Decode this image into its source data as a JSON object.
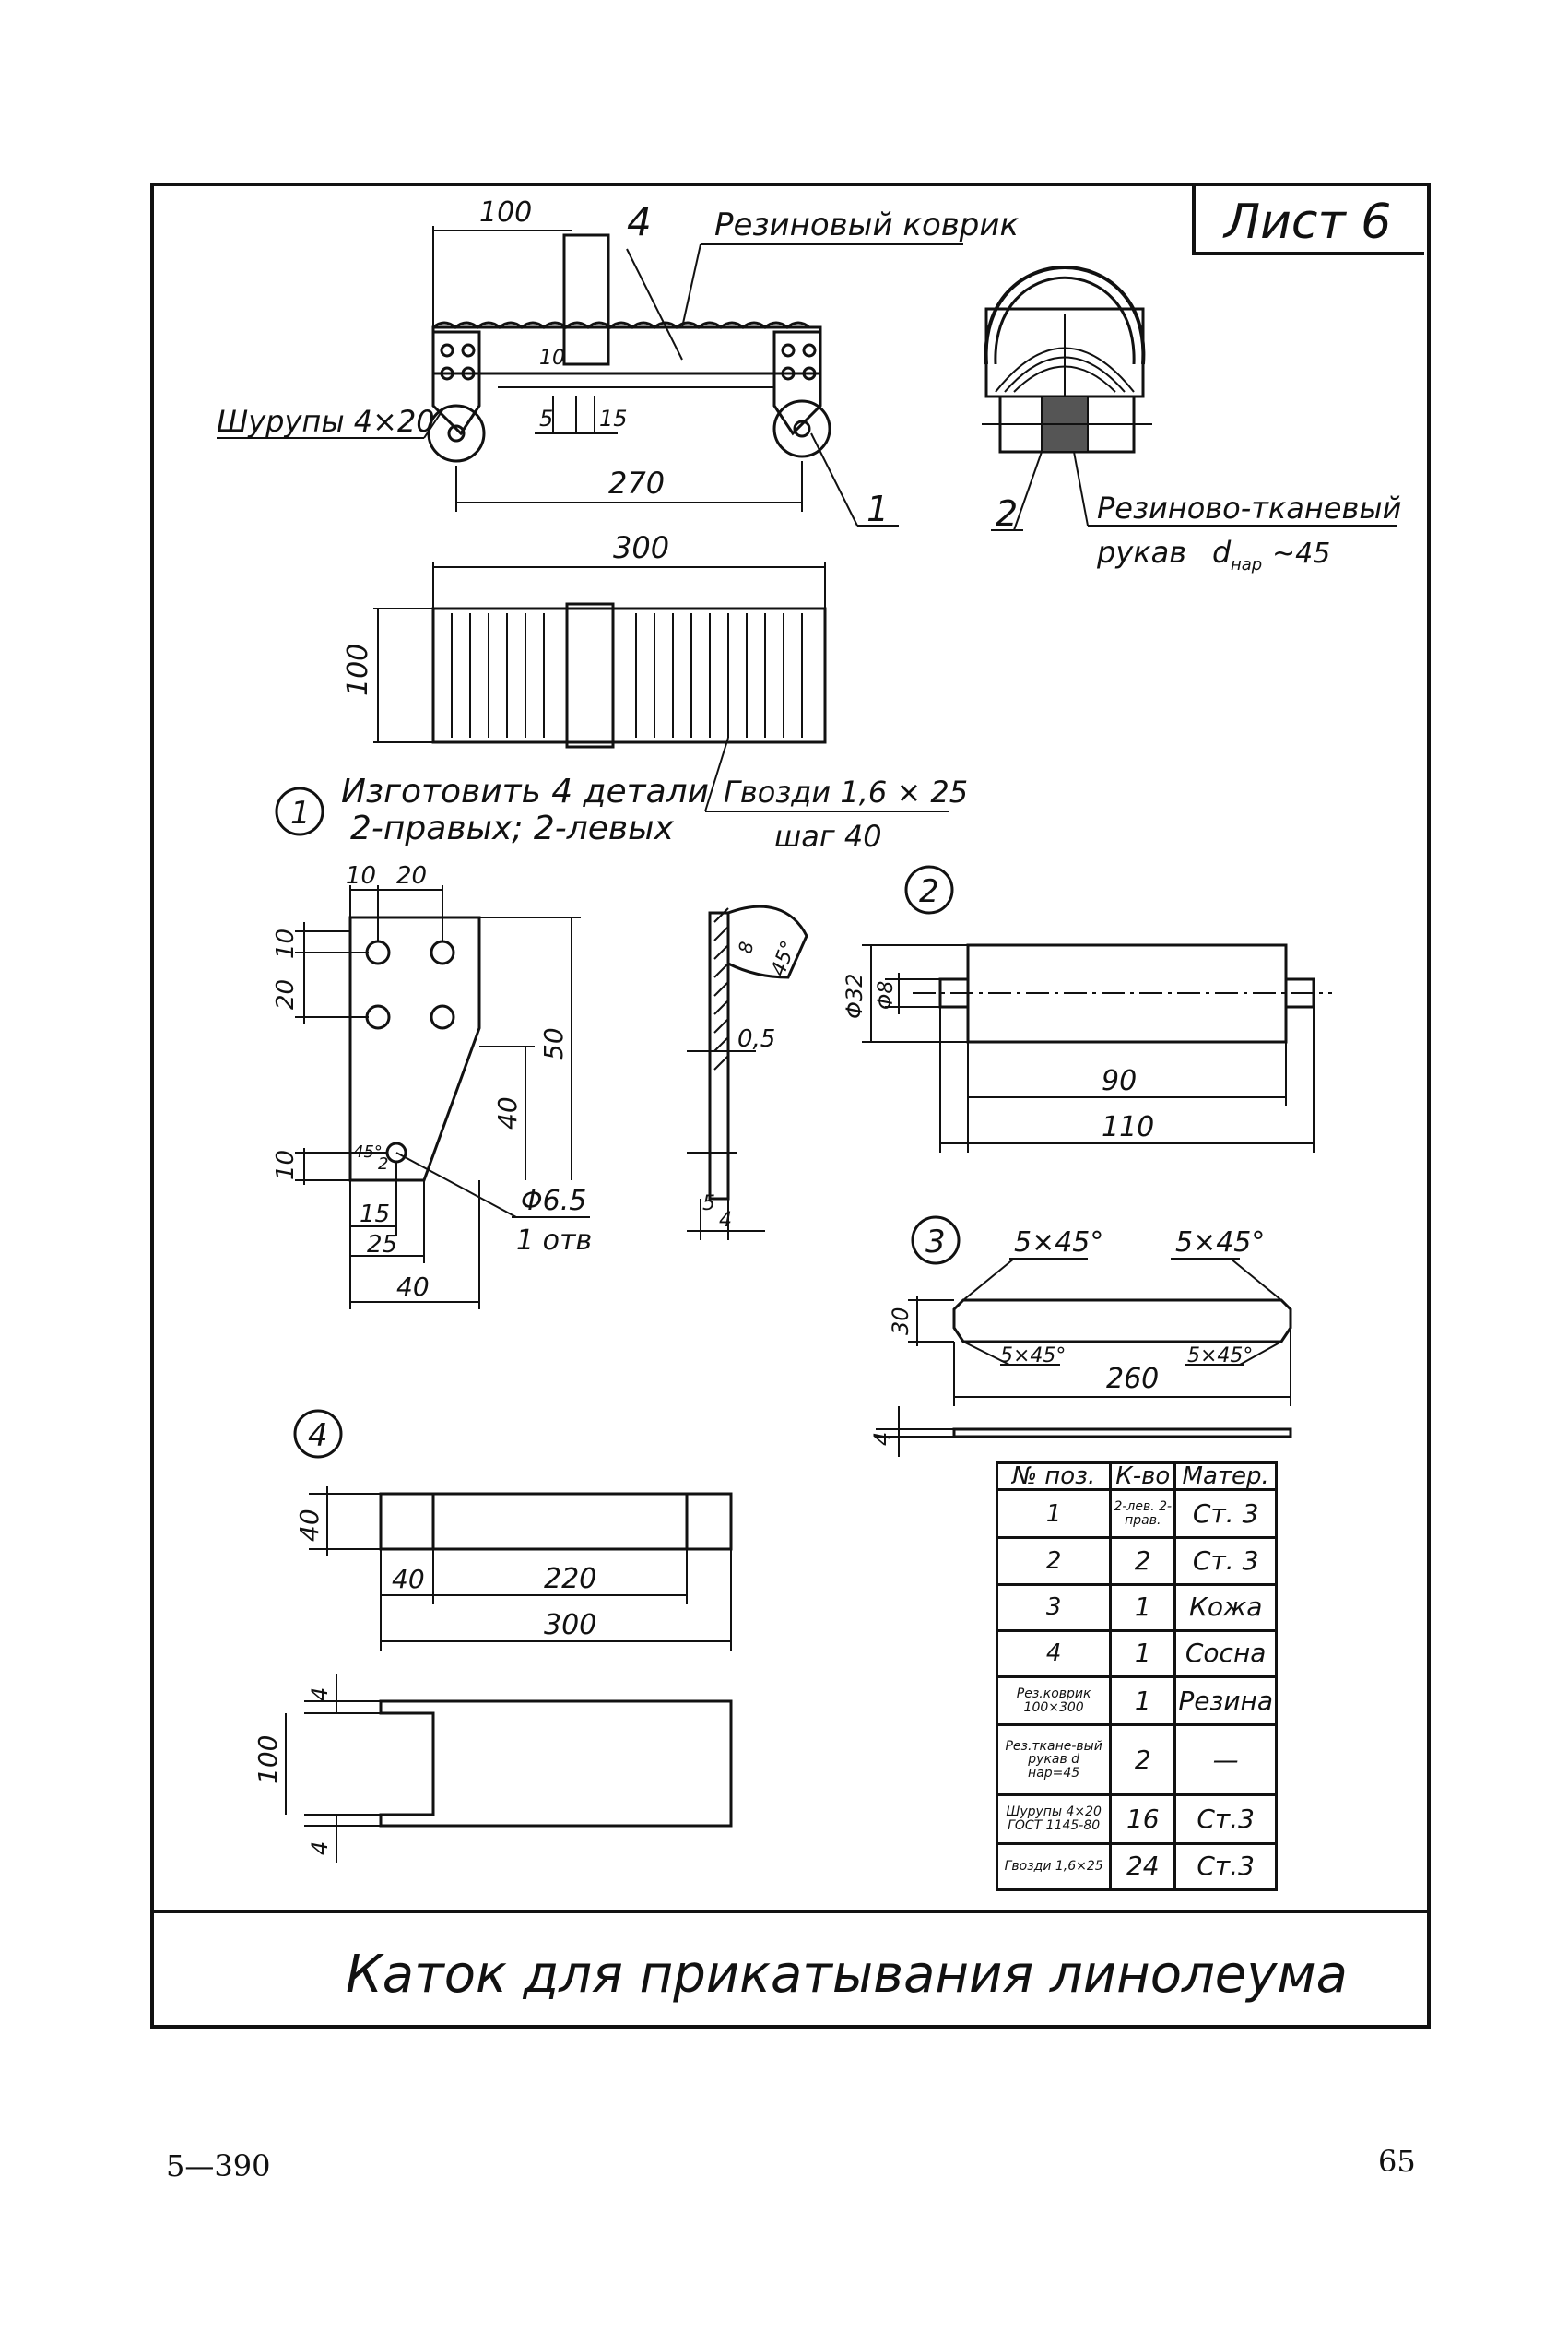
{
  "sheet_label": "Лист 6",
  "title": "Каток для прикатывания линолеума",
  "footer_code": "5—390",
  "page_number": "65",
  "labels": {
    "rubber_mat": "Резиновый коврик",
    "screws": "Шурупы 4×20",
    "hose_line1": "Резиново-тканевый",
    "hose_line2": "рукав",
    "hose_d": "d",
    "hose_dsub": "нар",
    "hose_val": "~45",
    "make_line1": "Изготовить 4 детали",
    "make_line2": "2-правых; 2-левых",
    "nails_line1": "Гвозди 1,6 × 25",
    "nails_line2": "шаг 40",
    "hole_dia": "Φ6.5",
    "hole_count": "1 отв",
    "chamfer_a": "5×45°",
    "chamfer_b": "5×45°",
    "chamfer_c": "5×45°",
    "chamfer_d": "5×45°",
    "pos1": "1",
    "pos2": "2",
    "pos3": "3",
    "pos4": "4",
    "pos4_top": "4",
    "d32": "Φ32",
    "d8": "Φ8",
    "angle45": "45°",
    "r2": "2",
    "circ1": "1",
    "circ2": "2",
    "circ3": "3",
    "circ4": "4"
  },
  "dims": {
    "d100_top": "100",
    "d10": "10",
    "d5": "5",
    "d15": "15",
    "d270": "270",
    "d300": "300",
    "d100_side": "100",
    "p1_10": "10",
    "p1_20": "20",
    "p1_v10": "10",
    "p1_v20": "20",
    "p1_50": "50",
    "p1_40": "40",
    "p1_v10b": "10",
    "p1_15": "15",
    "p1_25": "25",
    "p1_40b": "40",
    "p1_8": "8",
    "p1_05": "0,5",
    "p1_5": "5",
    "p1_4": "4",
    "p2_90": "90",
    "p2_110": "110",
    "p3_30": "30",
    "p3_260": "260",
    "p3_4": "4",
    "p4_40": "40",
    "p4_h40": "40",
    "p4_220": "220",
    "p4_300": "300",
    "p4_4a": "4",
    "p4_100": "100",
    "p4_4b": "4"
  },
  "table": {
    "headers": [
      "№ поз.",
      "К-во",
      "Матер."
    ],
    "rows": [
      {
        "pos": "1",
        "qty": "2-лев. 2-прав.",
        "mat": "Ст. 3"
      },
      {
        "pos": "2",
        "qty": "2",
        "mat": "Ст. 3"
      },
      {
        "pos": "3",
        "qty": "1",
        "mat": "Кожа"
      },
      {
        "pos": "4",
        "qty": "1",
        "mat": "Сосна"
      },
      {
        "pos": "Рез.коврик 100×300",
        "qty": "1",
        "mat": "Резина"
      },
      {
        "pos": "Рез.ткане-вый рукав d нар=45",
        "qty": "2",
        "mat": "—"
      },
      {
        "pos": "Шурупы 4×20 ГОСТ 1145-80",
        "qty": "16",
        "mat": "Ст.3"
      },
      {
        "pos": "Гвозди 1,6×25",
        "qty": "24",
        "mat": "Ст.3"
      }
    ]
  }
}
